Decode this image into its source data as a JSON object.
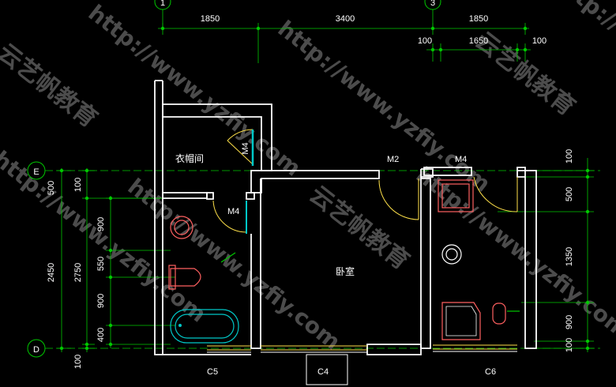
{
  "drawing": {
    "axes": {
      "col_1": "1",
      "col_3": "3",
      "row_e": "E",
      "row_d": "D"
    },
    "top_dims": {
      "d1": "1850",
      "d2": "3400",
      "d3": "1850",
      "d4": "100",
      "d5": "1650",
      "d6": "100"
    },
    "left_dims": {
      "l500": "500",
      "l100a": "100",
      "l900a": "900",
      "l550": "550",
      "l900b": "900",
      "l400": "400",
      "l100b": "100",
      "l2750": "2750",
      "l2450": "2450"
    },
    "right_dims": {
      "r100a": "100",
      "r500": "500",
      "r1350": "1350",
      "r900": "900",
      "r100b": "100"
    },
    "rooms": {
      "closet": "衣帽间",
      "bedroom": "卧室"
    },
    "doors": {
      "m4_closet": "M4",
      "m4_bath": "M4",
      "m2": "M2",
      "m4_right": "M4"
    },
    "windows": {
      "c5": "C5",
      "c4": "C4",
      "c6": "C6"
    },
    "watermarks": {
      "url": "http://www.yzfiy.com",
      "brand": "云艺帆教育"
    }
  }
}
